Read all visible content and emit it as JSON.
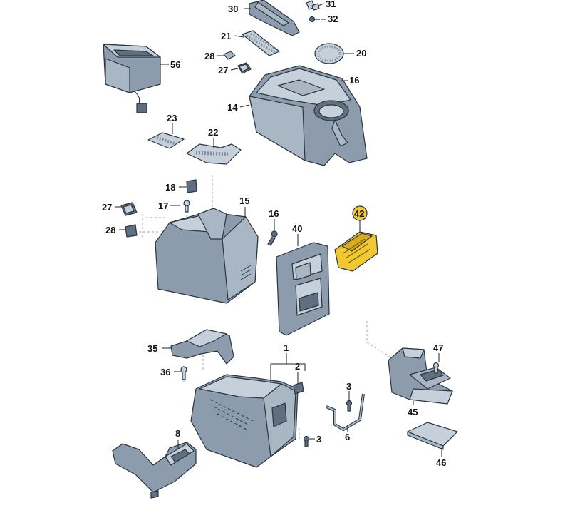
{
  "diagram": {
    "callouts": [
      {
        "id": "c30",
        "text": "30"
      },
      {
        "id": "c31",
        "text": "31"
      },
      {
        "id": "c32",
        "text": "32"
      },
      {
        "id": "c21",
        "text": "21"
      },
      {
        "id": "c20",
        "text": "20"
      },
      {
        "id": "c28a",
        "text": "28"
      },
      {
        "id": "c27a",
        "text": "27"
      },
      {
        "id": "c16a",
        "text": "16"
      },
      {
        "id": "c56",
        "text": "56"
      },
      {
        "id": "c14",
        "text": "14"
      },
      {
        "id": "c23",
        "text": "23"
      },
      {
        "id": "c22",
        "text": "22"
      },
      {
        "id": "c18",
        "text": "18"
      },
      {
        "id": "c27b",
        "text": "27"
      },
      {
        "id": "c17",
        "text": "17"
      },
      {
        "id": "c15",
        "text": "15"
      },
      {
        "id": "c16b",
        "text": "16"
      },
      {
        "id": "c28b",
        "text": "28"
      },
      {
        "id": "c40",
        "text": "40"
      },
      {
        "id": "c42",
        "text": "42"
      },
      {
        "id": "c35",
        "text": "35"
      },
      {
        "id": "c1",
        "text": "1"
      },
      {
        "id": "c47",
        "text": "47"
      },
      {
        "id": "c36",
        "text": "36"
      },
      {
        "id": "c2",
        "text": "2"
      },
      {
        "id": "c3a",
        "text": "3"
      },
      {
        "id": "c45",
        "text": "45"
      },
      {
        "id": "c6",
        "text": "6"
      },
      {
        "id": "c8",
        "text": "8"
      },
      {
        "id": "c3b",
        "text": "3"
      },
      {
        "id": "c46",
        "text": "46"
      }
    ],
    "highlighted_part": "42",
    "colors": {
      "part_fill": "#8c9cad",
      "part_light": "#c5d0db",
      "highlight": "#f0c832",
      "line": "#222222"
    }
  }
}
